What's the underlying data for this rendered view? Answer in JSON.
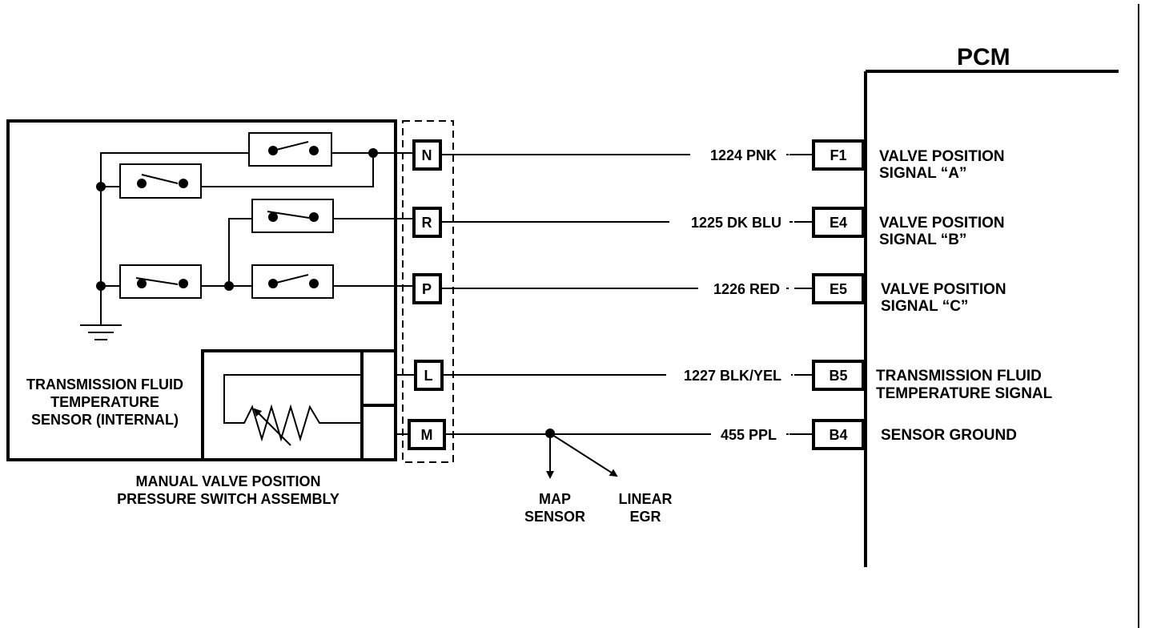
{
  "pcm": {
    "title": "PCM",
    "pins": [
      "F1",
      "E4",
      "E5",
      "B5",
      "B4"
    ],
    "signals": [
      [
        "VALVE POSITION",
        "SIGNAL “A”"
      ],
      [
        "VALVE POSITION",
        "SIGNAL “B”"
      ],
      [
        "VALVE POSITION",
        "SIGNAL “C”"
      ],
      [
        "TRANSMISSION FLUID",
        "TEMPERATURE SIGNAL"
      ],
      [
        "SENSOR GROUND"
      ]
    ]
  },
  "connector": {
    "pins": [
      "N",
      "R",
      "P",
      "L",
      "M"
    ]
  },
  "wires": [
    "1224 PNK",
    "1225 DK BLU",
    "1226 RED",
    "1227 BLK/YEL",
    "455 PPL"
  ],
  "assembly": {
    "sensor_label": [
      "TRANSMISSION FLUID",
      "TEMPERATURE",
      "SENSOR (INTERNAL)"
    ],
    "caption": [
      "MANUAL VALVE POSITION",
      "PRESSURE SWITCH ASSEMBLY"
    ]
  },
  "branches": {
    "map_sensor": [
      "MAP",
      "SENSOR"
    ],
    "linear_egr": [
      "LINEAR",
      "EGR"
    ]
  }
}
